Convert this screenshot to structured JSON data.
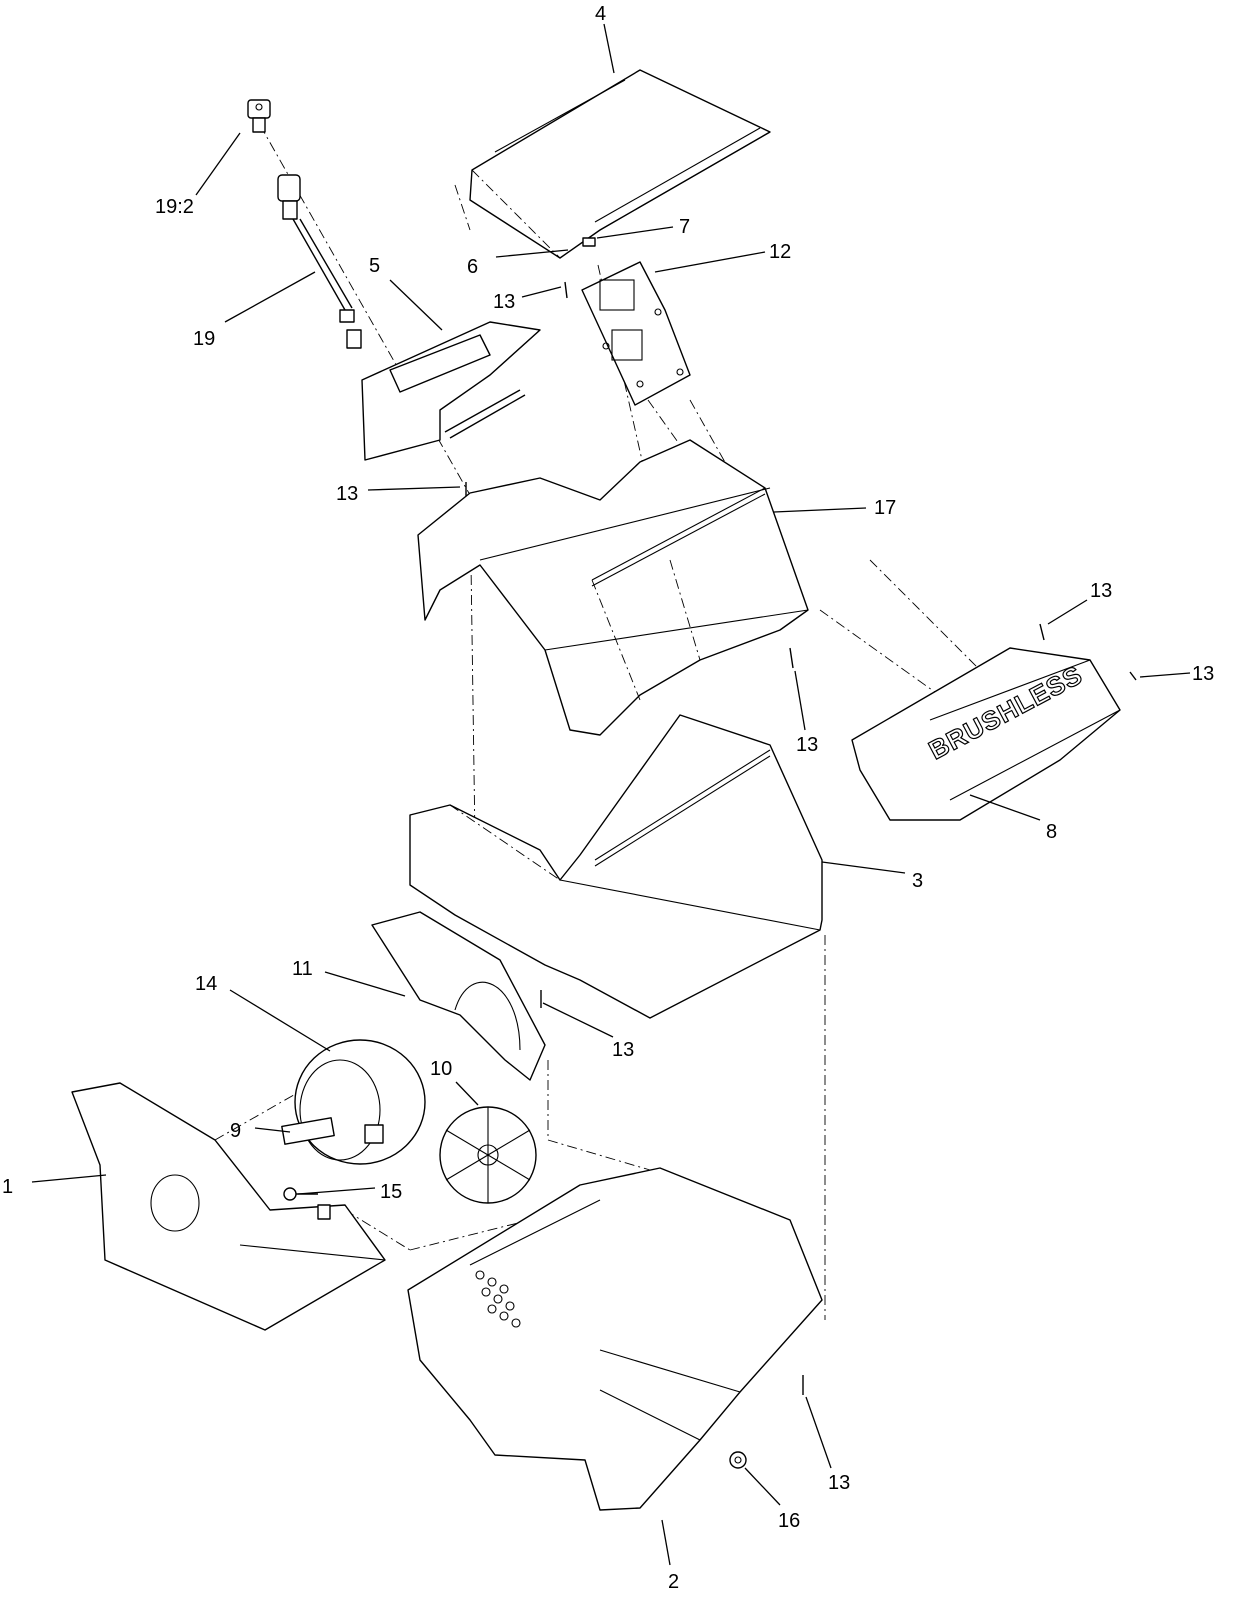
{
  "callouts": {
    "c4": "4",
    "c19_2": "19:2",
    "c7": "7",
    "c6": "6",
    "c12": "12",
    "c5": "5",
    "c13_a": "13",
    "c19": "19",
    "c13_b": "13",
    "c17": "17",
    "c13_c": "13",
    "c13_d": "13",
    "c13_e": "13",
    "c8": "8",
    "c3": "3",
    "c11": "11",
    "c14": "14",
    "c13_f": "13",
    "c10": "10",
    "c9": "9",
    "c1": "1",
    "c15": "15",
    "c13_g": "13",
    "c16": "16",
    "c2": "2"
  },
  "motor_cover_logo": "BRUSHLESS"
}
